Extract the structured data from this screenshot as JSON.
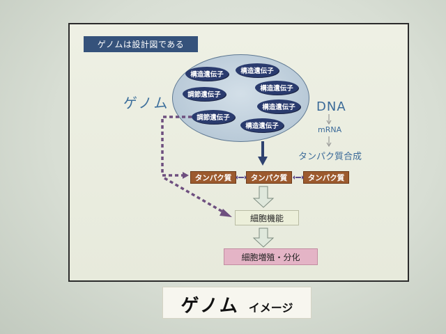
{
  "diagram": {
    "header": "ゲノムは設計図である",
    "genome_label": "ゲノム",
    "genes": [
      "構造遺伝子",
      "構造遺伝子",
      "調節遺伝子",
      "構造遺伝子",
      "構造遺伝子",
      "調節遺伝子",
      "構造遺伝子"
    ],
    "flow": {
      "dna": "DNA",
      "mrna": "mRNA",
      "protein_synthesis": "タンパク質合成"
    },
    "proteins": [
      "タンパク質",
      "タンパク質",
      "タンパク質"
    ],
    "cell_function": "細胞機能",
    "cell_proliferation": "細胞増殖・分化"
  },
  "caption": {
    "main": "ゲノム",
    "sub": "イメージ"
  }
}
